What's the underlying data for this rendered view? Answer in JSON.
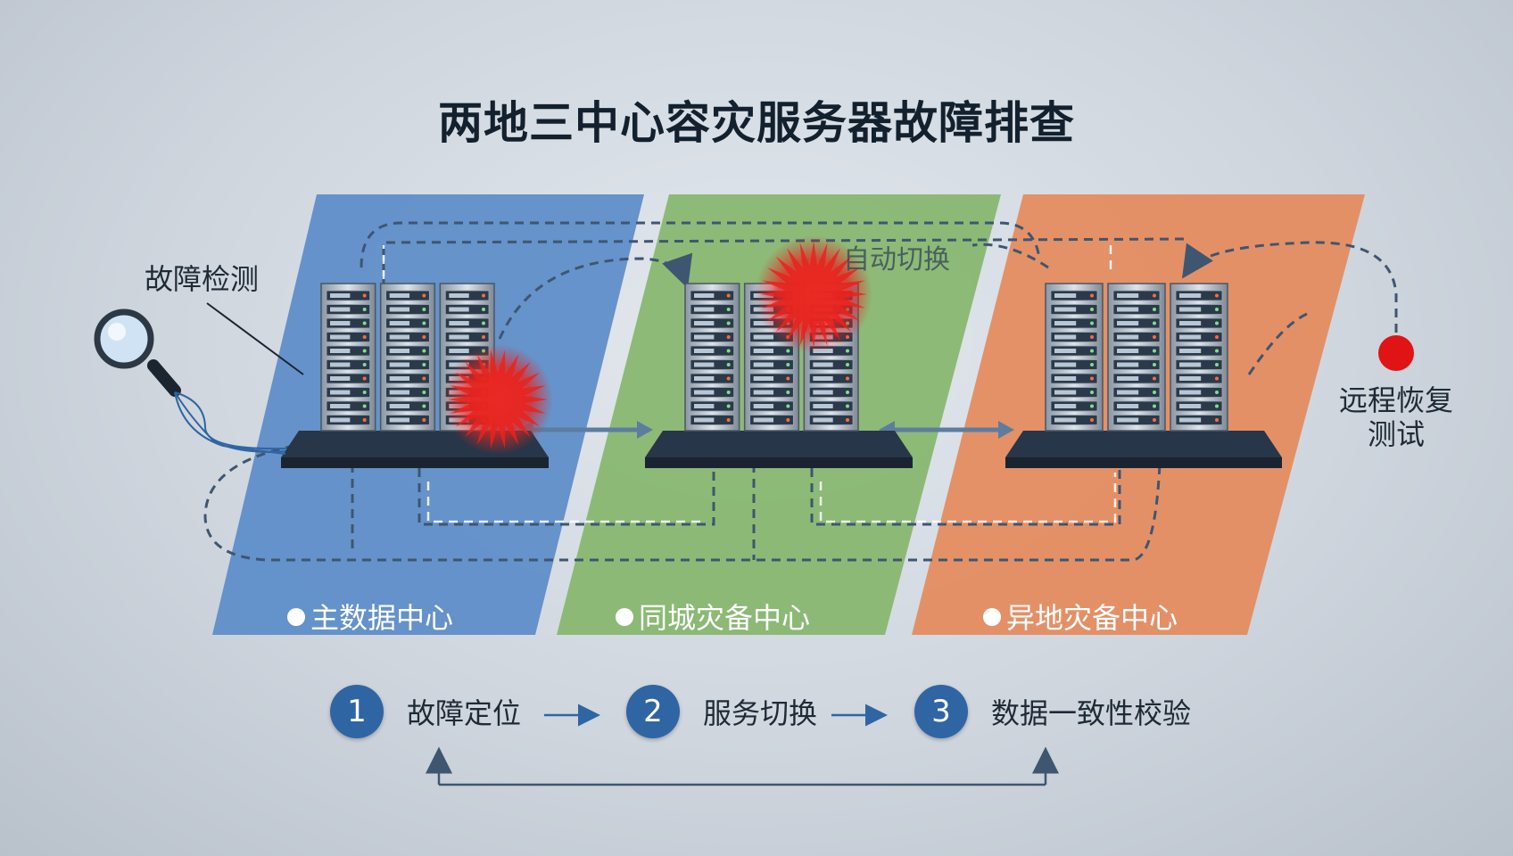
{
  "title": "两地三中心容灾服务器故障排查",
  "annotations": {
    "fault_detection": "故障检测",
    "auto_switch": "自动切换",
    "remote_recovery": "远程恢复测试"
  },
  "data_centers": [
    {
      "label": "主数据中心",
      "color": "#5b8cc8"
    },
    {
      "label": "同城灾备中心",
      "color": "#86b66c"
    },
    {
      "label": "异地灾备中心",
      "color": "#e58a5c"
    }
  ],
  "steps": [
    {
      "number": "1",
      "label": "故障定位"
    },
    {
      "number": "2",
      "label": "服务切换"
    },
    {
      "number": "3",
      "label": "数据一致性校验"
    }
  ],
  "colors": {
    "step_circle": "#2f65a3",
    "fault_burst": "#e8231f",
    "remote_dot": "#e01414",
    "dashed_line": "#3e5670"
  }
}
